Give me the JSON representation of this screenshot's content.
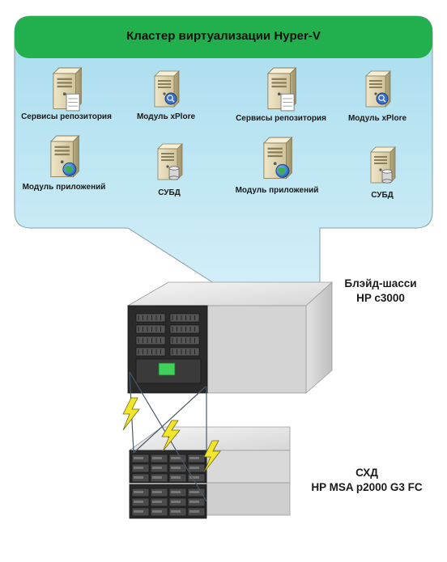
{
  "cluster": {
    "title": "Кластер виртуализации Hyper-V",
    "header_color": "#22b04e",
    "panel_color": "#bfe6f3",
    "nodes": [
      {
        "label": "Сервисы репозитория",
        "icon": "server-document-icon"
      },
      {
        "label": "Модуль xPlore",
        "icon": "server-search-icon"
      },
      {
        "label": "Сервисы репозитория",
        "icon": "server-document-icon"
      },
      {
        "label": "Модуль xPlore",
        "icon": "server-search-icon"
      },
      {
        "label": "Модуль приложений",
        "icon": "server-globe-icon"
      },
      {
        "label": "СУБД",
        "icon": "server-database-icon"
      },
      {
        "label": "Модуль приложений",
        "icon": "server-globe-icon"
      },
      {
        "label": "СУБД",
        "icon": "server-database-icon"
      }
    ]
  },
  "chassis": {
    "line1": "Блэйд-шасси",
    "line2": "HP c3000"
  },
  "storage": {
    "line1": "СХД",
    "line2": "HP MSA p2000 G3 FC"
  }
}
